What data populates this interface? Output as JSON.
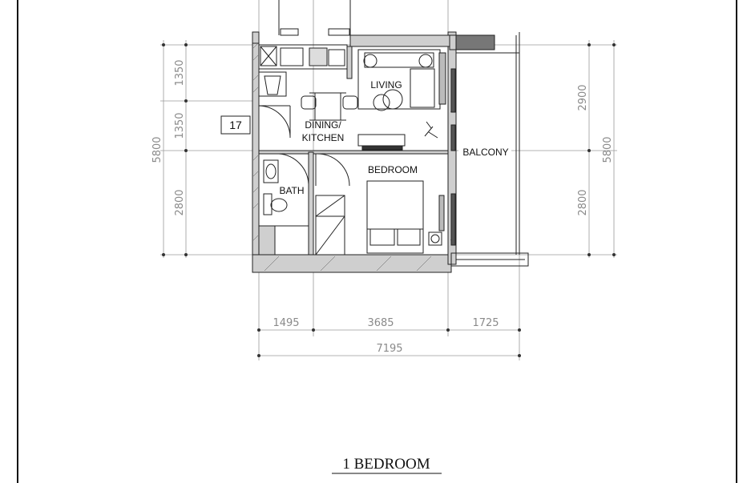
{
  "title": "1 BEDROOM",
  "unit_tag": "17",
  "rooms": {
    "living": "LIVING",
    "dining_1": "DINING/",
    "dining_2": "KITCHEN",
    "bedroom": "BEDROOM",
    "bath": "BATH",
    "balcony": "BALCONY"
  },
  "dims": {
    "left_top": "1350",
    "left_mid": "1350",
    "left_bottom": "2800",
    "left_total": "5800",
    "right_top": "2900",
    "right_bottom": "2800",
    "right_total": "5800",
    "bottom_1": "1495",
    "bottom_2": "3685",
    "bottom_3": "1725",
    "bottom_total": "7195"
  },
  "colors": {
    "line": "#1a1a1a",
    "dim": "#8a8a8a",
    "wall_fill": "#cfcfcf"
  }
}
